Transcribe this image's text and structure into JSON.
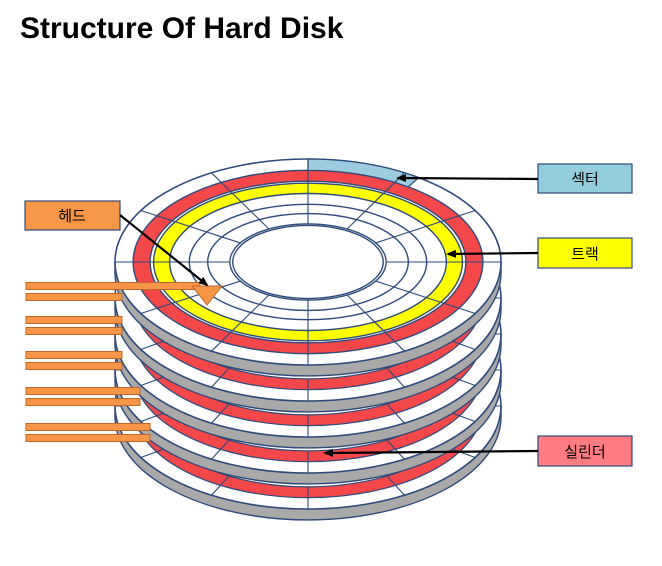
{
  "title": "Structure Of Hard Disk",
  "labels": {
    "head": "헤드",
    "sector": "섹터",
    "track": "트랙",
    "cylinder": "실린더"
  },
  "colors": {
    "platter_fill": "#ffffff",
    "platter_stroke": "#2f4a7a",
    "platter_side": "#a9a9a9",
    "track_red": "#f4474a",
    "track_yellow": "#ffff00",
    "sector_blue": "#9dcbe0",
    "head_orange": "#f79646",
    "head_stroke": "#c0662a",
    "track_label_bg": "#ffff00",
    "sector_label_bg": "#93cddd",
    "cylinder_label_bg": "#ff7c80",
    "arrow": "#000000"
  }
}
